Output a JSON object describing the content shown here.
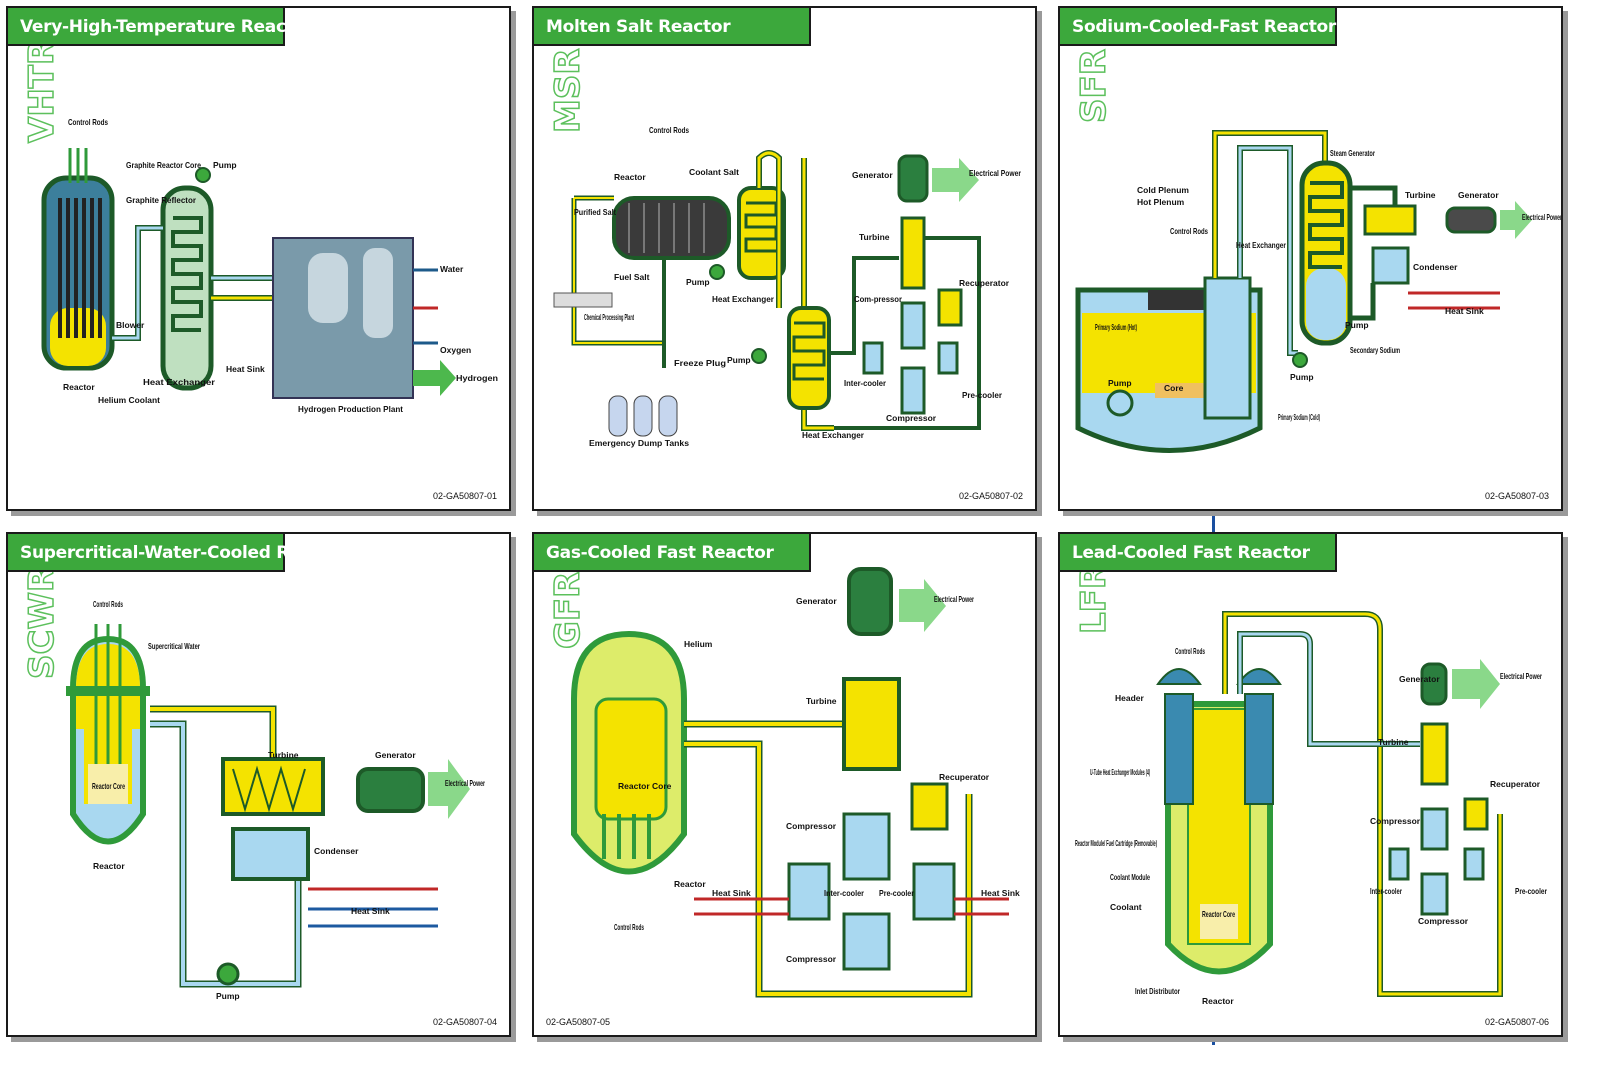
{
  "panels": [
    {
      "title": "Very-High-Temperature Reactor",
      "abbr": "VHTR",
      "code": "02-GA50807-01",
      "labels": [
        "Control Rods",
        "Graphite Reactor Core",
        "Graphite Reflector",
        "Pump",
        "Blower",
        "Reactor",
        "Helium Coolant",
        "Heat Exchanger",
        "Water",
        "Oxygen",
        "Hydrogen",
        "Heat Sink",
        "Hydrogen Production Plant"
      ]
    },
    {
      "title": "Molten Salt Reactor",
      "abbr": "MSR",
      "code": "02-GA50807-02",
      "labels": [
        "Control Rods",
        "Reactor",
        "Coolant Salt",
        "Purified Salt",
        "Fuel Salt",
        "Pump",
        "Heat Exchanger",
        "Chemical Processing Plant",
        "Freeze Plug",
        "Emergency Dump Tanks",
        "Generator",
        "Electrical Power",
        "Turbine",
        "Recuperator",
        "Com-pressor",
        "Inter-cooler",
        "Pre-cooler",
        "Compressor",
        "Pump",
        "Heat Exchanger"
      ]
    },
    {
      "title": "Sodium-Cooled-Fast Reactor",
      "abbr": "SFR",
      "code": "02-GA50807-03",
      "labels": [
        "Steam Generator",
        "Turbine",
        "Generator",
        "Electrical Power",
        "Cold Plenum",
        "Hot Plenum",
        "Control Rods",
        "Heat Exchanger",
        "Condenser",
        "Heat Sink",
        "Pump",
        "Secondary Sodium",
        "Primary Sodium (Hot)",
        "Core",
        "Pump",
        "Primary Sodium (Cold)",
        "Pump"
      ]
    },
    {
      "title": "Supercritical-Water-Cooled Reactor",
      "abbr": "SCWR",
      "code": "02-GA50807-04",
      "labels": [
        "Control Rods",
        "Supercritical Water",
        "Reactor Core",
        "Reactor",
        "Turbine",
        "Generator",
        "Electrical Power",
        "Condenser",
        "Heat Sink",
        "Pump"
      ]
    },
    {
      "title": "Gas-Cooled Fast Reactor",
      "abbr": "GFR",
      "code": "02-GA50807-05",
      "labels": [
        "Generator",
        "Electrical Power",
        "Helium",
        "Turbine",
        "Recuperator",
        "Reactor Core",
        "Compressor",
        "Heat Sink",
        "Inter-cooler",
        "Pre-cooler",
        "Heat Sink",
        "Reactor",
        "Compressor",
        "Control Rods"
      ]
    },
    {
      "title": "Lead-Cooled Fast Reactor",
      "abbr": "LFR",
      "code": "02-GA50807-06",
      "labels": [
        "Control Rods",
        "Header",
        "Generator",
        "Electrical Power",
        "Turbine",
        "U-Tube Heat Exchanger Modules (4)",
        "Recuperator",
        "Compressor",
        "Reactor Module/ Fuel Cartridge (Removable)",
        "Coolant Module",
        "Inter-cooler",
        "Pre-cooler",
        "Coolant",
        "Compressor",
        "Reactor Core",
        "Inlet Distributor",
        "Reactor"
      ]
    }
  ],
  "colors": {
    "title_bg": "#3ca83c",
    "coolant_yellow": "#f4e300",
    "pipe_green": "#2f9a3a",
    "cool_blue": "#a9d8f0",
    "hot_red": "#c02828"
  }
}
